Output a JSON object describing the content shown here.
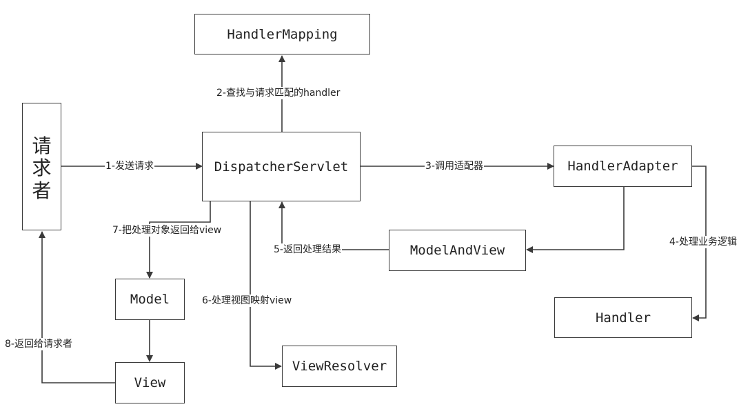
{
  "nodes": {
    "handler_mapping": "HandlerMapping",
    "dispatcher_servlet": "DispatcherServlet",
    "handler_adapter": "HandlerAdapter",
    "model_and_view": "ModelAndView",
    "handler": "Handler",
    "model": "Model",
    "view": "View",
    "view_resolver": "ViewResolver",
    "requester": [
      "请",
      "求",
      "者"
    ]
  },
  "edges": {
    "send_request": "1-发送请求",
    "find_handler": "2-查找与请求匹配的handler",
    "call_adapter": "3-调用适配器",
    "business_logic": "4-处理业务逻辑",
    "return_result": "5-返回处理结果",
    "resolve_view": "6-处理视图映射view",
    "model_to_view": "7-把处理对象返回给view",
    "return_to_requester": "8-返回给请求者"
  },
  "colors": {
    "line": "#3a3a3a",
    "text": "#222222"
  }
}
